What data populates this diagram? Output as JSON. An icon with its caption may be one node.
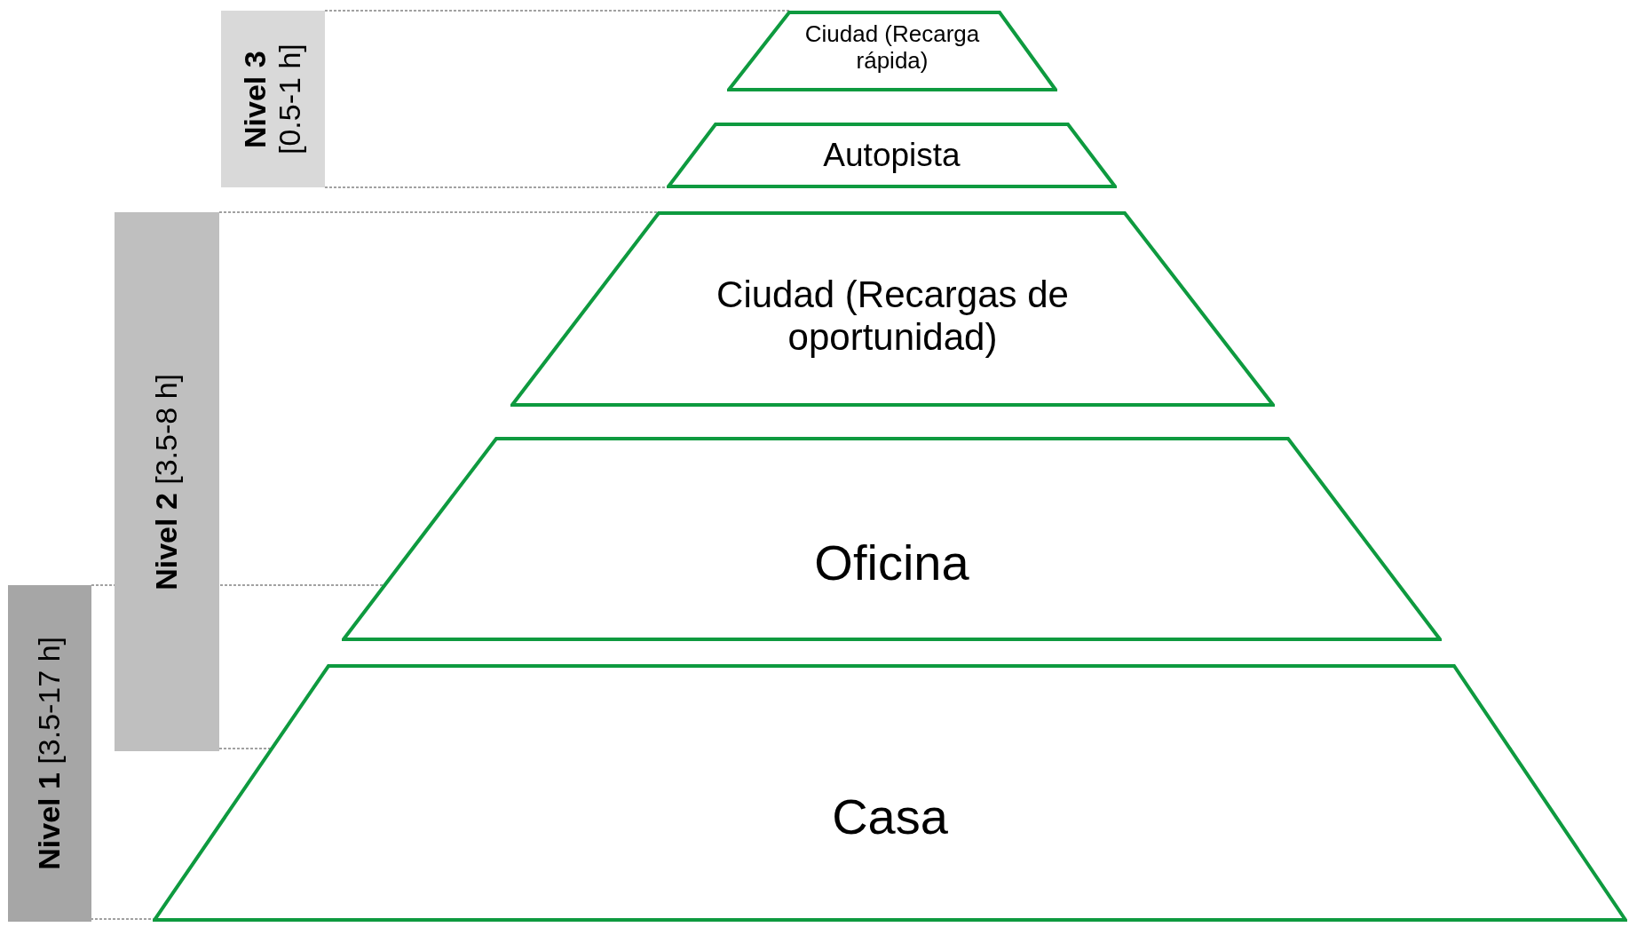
{
  "diagram": {
    "nodes": [
      {
        "text": [
          "Ciudad (Recarga rápida)"
        ]
      },
      {
        "text": [
          "Autopista"
        ]
      },
      {
        "text": [
          "Ciudad (Recargas de oportunidad)"
        ]
      },
      {
        "text": [
          "Oficina"
        ]
      },
      {
        "text": [
          "Casa"
        ]
      },
      {
        "text": [
          "**Nivel 3** [0.5-1 h]"
        ]
      },
      {
        "text": [
          "**Nivel 2** [3.5-8 h]"
        ]
      },
      {
        "text": [
          "**Nivel 1** [3.5-17 h]"
        ]
      }
    ]
  }
}
